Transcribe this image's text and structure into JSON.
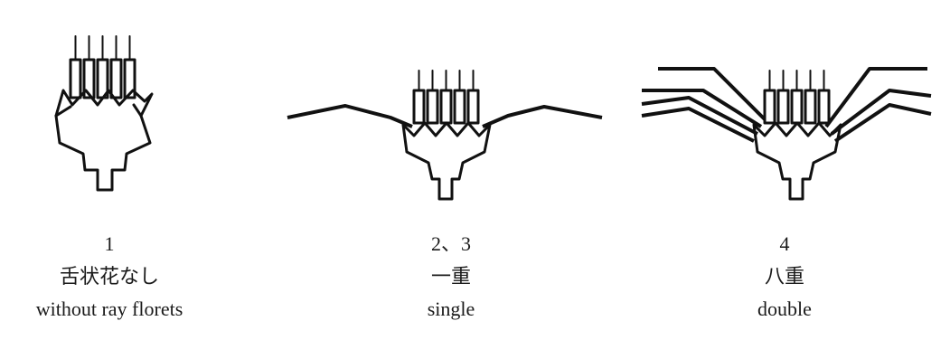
{
  "panels": [
    {
      "number": "1",
      "label_ja": "舌状花なし",
      "label_en": "without ray florets",
      "icon": "flower-head-without-ray-florets-icon"
    },
    {
      "number": "2、3",
      "label_ja": "一重",
      "label_en": "single",
      "icon": "flower-head-single-icon"
    },
    {
      "number": "4",
      "label_ja": "八重",
      "label_en": "double",
      "icon": "flower-head-double-icon"
    }
  ],
  "colors": {
    "line": "#111111",
    "text": "#1a1a1a",
    "background": "#ffffff"
  }
}
